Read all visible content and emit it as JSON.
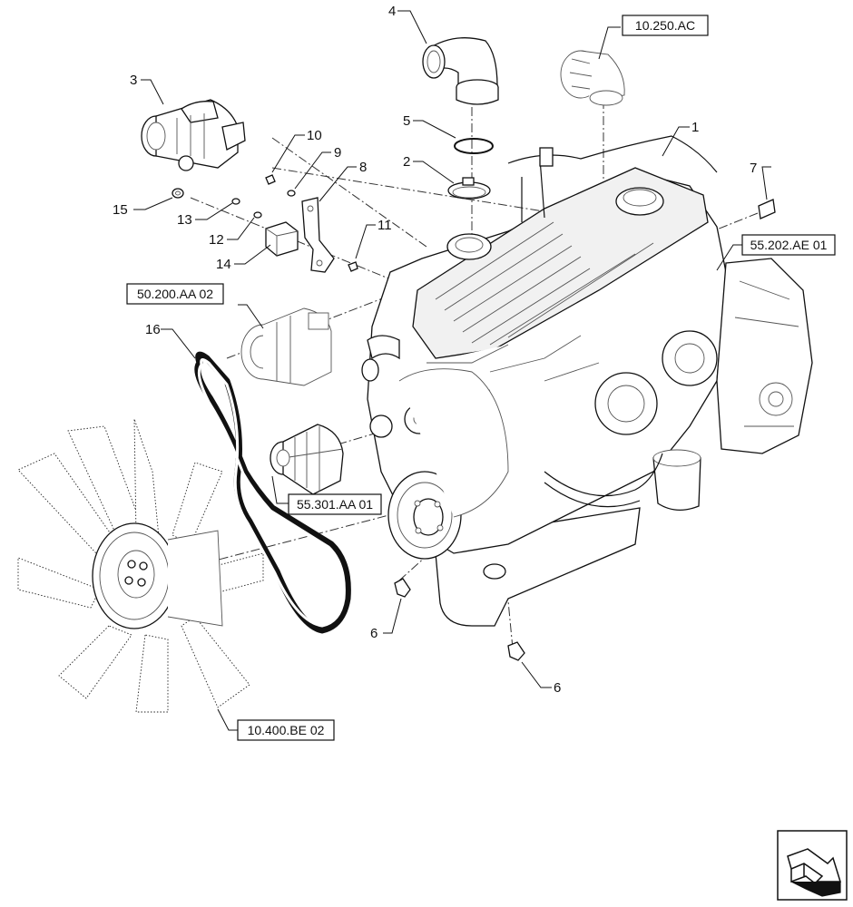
{
  "callouts": {
    "c1": "1",
    "c2": "2",
    "c3": "3",
    "c4": "4",
    "c5": "5",
    "c6a": "6",
    "c6b": "6",
    "c7": "7",
    "c8": "8",
    "c9": "9",
    "c10": "10",
    "c11": "11",
    "c12": "12",
    "c13": "13",
    "c14": "14",
    "c15": "15",
    "c16": "16"
  },
  "references": {
    "r_10250AC": "10.250.AC",
    "r_55202AE01": "55.202.AE 01",
    "r_50200AA02": "50.200.AA 02",
    "r_55301AA01": "55.301.AA 01",
    "r_10400BE02": "10.400.BE 02"
  },
  "icons": {
    "nav": "direction-arrow-icon"
  }
}
